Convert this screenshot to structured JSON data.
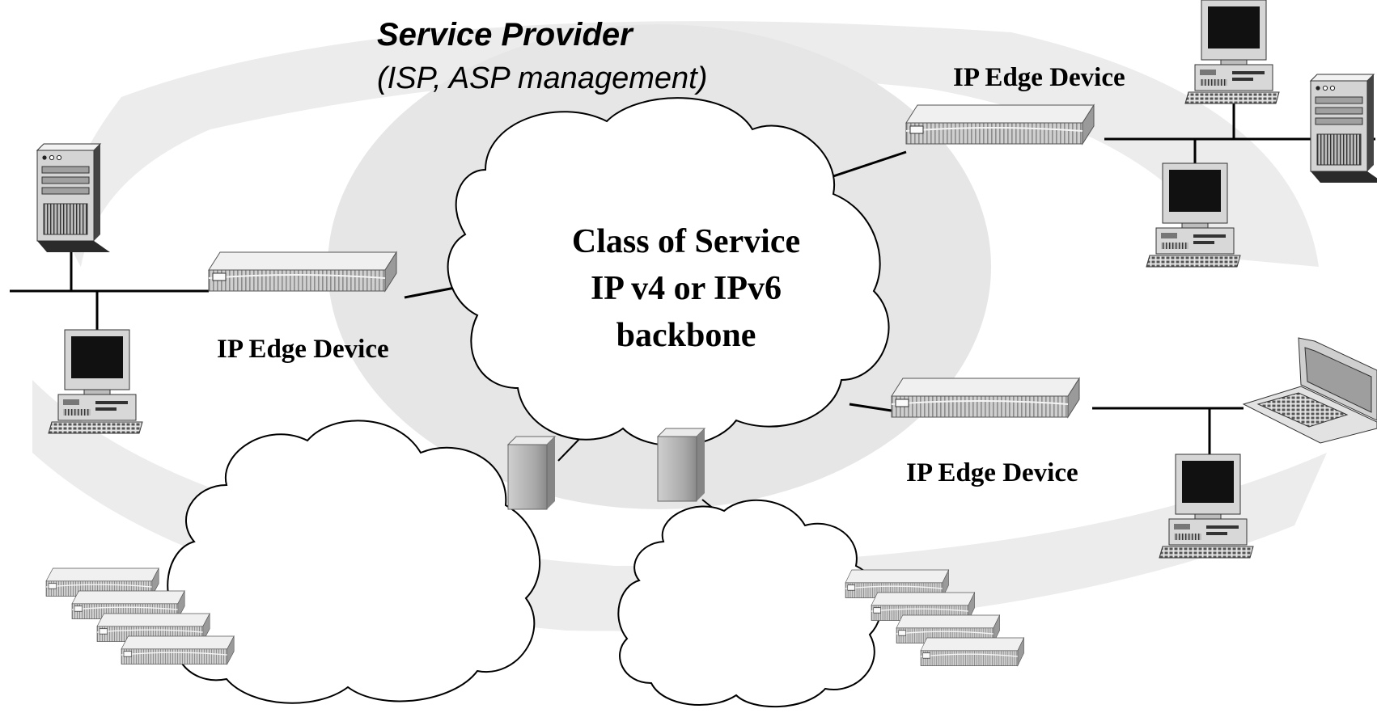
{
  "title": "Service Provider",
  "subtitle": "(ISP, ASP management)",
  "backbone": {
    "line1": "Class of Service",
    "line2": "IP v4 or IPv6",
    "line3": "backbone"
  },
  "edge_labels": {
    "top_right": "IP Edge Device",
    "left": "IP Edge Device",
    "bottom_right": "IP Edge Device"
  },
  "icons": {
    "tower": "server-tower-icon",
    "workstation": "desktop-computer-icon",
    "router": "edge-router-icon",
    "laptop": "laptop-icon",
    "gateway": "gateway-server-icon",
    "cloud": "network-cloud-icon"
  },
  "colors": {
    "background": "#ffffff",
    "swirl": "#ececec",
    "ellipse": "#e9e9e9",
    "line": "#000000",
    "device_body": "#d4d4d4",
    "device_dark": "#555555"
  }
}
